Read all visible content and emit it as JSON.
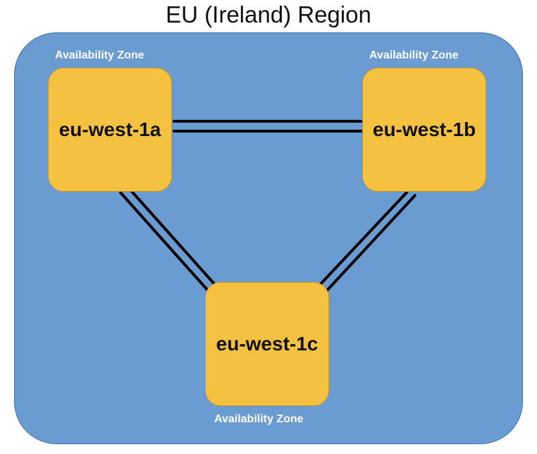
{
  "title": "EU (Ireland) Region",
  "colors": {
    "region_fill": "#6a9bd1",
    "zone_fill": "#f4c141",
    "link_color": "#000000"
  },
  "zones": [
    {
      "name": "eu-west-1a",
      "label": "Availability Zone"
    },
    {
      "name": "eu-west-1b",
      "label": "Availability Zone"
    },
    {
      "name": "eu-west-1c",
      "label": "Availability Zone"
    }
  ],
  "connections": [
    {
      "from": "eu-west-1a",
      "to": "eu-west-1b",
      "style": "double-line"
    },
    {
      "from": "eu-west-1a",
      "to": "eu-west-1c",
      "style": "double-line"
    },
    {
      "from": "eu-west-1b",
      "to": "eu-west-1c",
      "style": "double-line"
    }
  ]
}
